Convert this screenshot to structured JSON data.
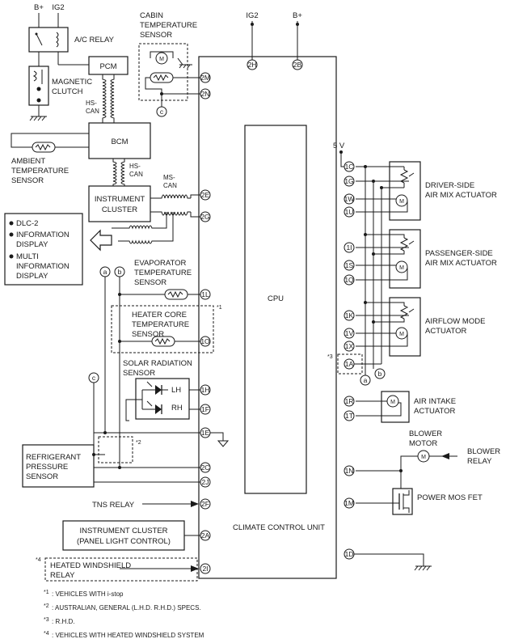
{
  "power": {
    "bplus": "B+",
    "ig2": "IG2"
  },
  "relays": {
    "ac_relay": "A/C RELAY",
    "tns_relay": "TNS RELAY",
    "blower_relay_1": "BLOWER",
    "blower_relay_2": "RELAY"
  },
  "modules": {
    "pcm": "PCM",
    "bcm": "BCM",
    "cpu": "CPU",
    "instrument_cluster_1": "INSTRUMENT",
    "instrument_cluster_2": "CLUSTER",
    "panel_light_1": "INSTRUMENT CLUSTER",
    "panel_light_2": "(PANEL LIGHT CONTROL)",
    "climate_control_unit": "CLIMATE CONTROL UNIT"
  },
  "bus": {
    "hs_can_1a": "HS-",
    "hs_can_1b": "CAN",
    "hs_can_2a": "HS-",
    "hs_can_2b": "CAN",
    "ms_can_a": "MS-",
    "ms_can_b": "CAN"
  },
  "components": {
    "magnetic_clutch_1": "MAGNETIC",
    "magnetic_clutch_2": "CLUTCH",
    "cabin_sensor_1": "CABIN",
    "cabin_sensor_2": "TEMPERATURE",
    "cabin_sensor_3": "SENSOR",
    "ambient_sensor_1": "AMBIENT",
    "ambient_sensor_2": "TEMPERATURE",
    "ambient_sensor_3": "SENSOR",
    "evap_sensor_1": "EVAPORATOR",
    "evap_sensor_2": "TEMPERATURE",
    "evap_sensor_3": "SENSOR",
    "heater_core_1": "HEATER CORE",
    "heater_core_2": "TEMPERATURE",
    "heater_core_3": "SENSOR",
    "solar_1": "SOLAR RADIATION",
    "solar_2": "SENSOR",
    "solar_lh": "LH",
    "solar_rh": "RH",
    "refrig_1": "REFRIGERANT",
    "refrig_2": "PRESSURE",
    "refrig_3": "SENSOR",
    "driver_air_mix_1": "DRIVER-SIDE",
    "driver_air_mix_2": "AIR MIX ACTUATOR",
    "pass_air_mix_1": "PASSENGER-SIDE",
    "pass_air_mix_2": "AIR MIX ACTUATOR",
    "airflow_1": "AIRFLOW MODE",
    "airflow_2": "ACTUATOR",
    "air_intake_1": "AIR INTAKE",
    "air_intake_2": "ACTUATOR",
    "blower_motor_1": "BLOWER",
    "blower_motor_2": "MOTOR",
    "power_mos": "POWER MOS FET",
    "heated_ws_1": "HEATED WINDSHIELD",
    "heated_ws_2": "RELAY",
    "five_v": "5 V",
    "motor_glyph": "M"
  },
  "display_box": {
    "item1": "DLC-2",
    "item2a": "INFORMATION",
    "item2b": "DISPLAY",
    "item3a": "MULTI",
    "item3b": "INFORMATION",
    "item3c": "DISPLAY"
  },
  "pins": {
    "p2H": "2H",
    "p2B": "2B",
    "p2M": "2M",
    "p2N": "2N",
    "p2E": "2E",
    "p2G": "2G",
    "p1L": "1L",
    "p1O": "1O",
    "p1H": "1H",
    "p1F": "1F",
    "p1E": "1E",
    "p2C": "2C",
    "p2J": "2J",
    "p2F": "2F",
    "p2A": "2A",
    "p2I": "2I",
    "p1C": "1C",
    "p1G": "1G",
    "p1W": "1W",
    "p1U": "1U",
    "p1I": "1I",
    "p1S": "1S",
    "p1Q": "1Q",
    "p1K": "1K",
    "p1V": "1V",
    "p1X": "1X",
    "p1A": "1A",
    "p1R": "1R",
    "p1T": "1T",
    "p1N": "1N",
    "p1M": "1M",
    "p1D": "1D"
  },
  "connectors": {
    "a": "a",
    "b": "b",
    "c": "c"
  },
  "note_marks": {
    "m1": "*1",
    "m2": "*2",
    "m3": "*3",
    "m4": "*4"
  },
  "footnotes": {
    "n1_mark": "*1",
    "n1": ": VEHICLES WITH i-stop",
    "n2_mark": "*2",
    "n2": ": AUSTRALIAN, GENERAL (L.H.D. R.H.D.) SPECS.",
    "n3_mark": "*3",
    "n3": ": R.H.D.",
    "n4_mark": "*4",
    "n4": ": VEHICLES WITH HEATED WINDSHIELD SYSTEM"
  }
}
